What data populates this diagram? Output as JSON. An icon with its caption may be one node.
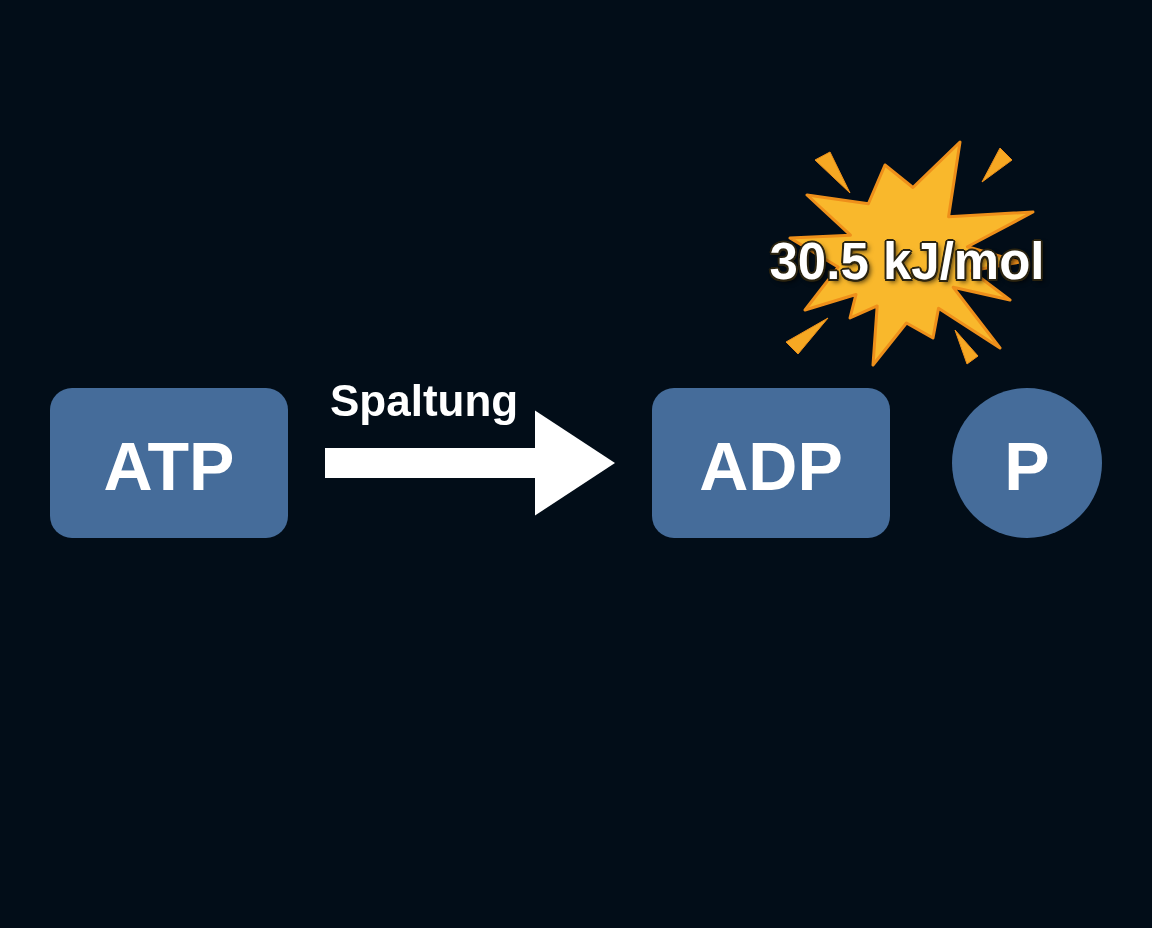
{
  "diagram": {
    "nodes": [
      {
        "text": [
          "30.5 kJ/mol"
        ]
      },
      {
        "text": [
          "ATP"
        ]
      },
      {
        "text": [
          "ADP"
        ]
      },
      {
        "text": [
          "P"
        ]
      }
    ],
    "edges": [
      {
        "from": 1,
        "to": 2,
        "arrow": "to",
        "label": "Spaltung"
      }
    ]
  }
}
